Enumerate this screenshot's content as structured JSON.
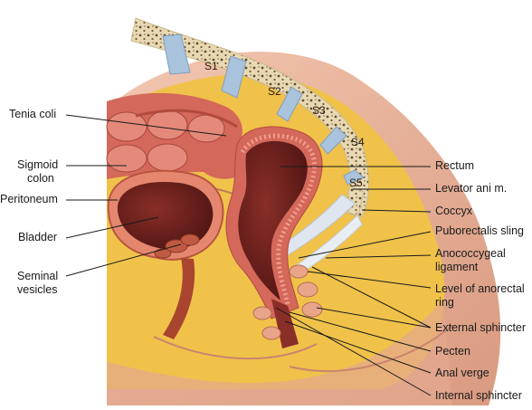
{
  "vertebrae": [
    "S1",
    "S2",
    "S3",
    "S4",
    "S5"
  ],
  "left_labels": {
    "tenia_coli": "Tenia coli",
    "sigmoid_colon_1": "Sigmoid",
    "sigmoid_colon_2": "colon",
    "peritoneum": "Peritoneum",
    "bladder": "Bladder",
    "seminal_vesicles_1": "Seminal",
    "seminal_vesicles_2": "vesicles"
  },
  "right_labels": {
    "rectum": "Rectum",
    "levator_ani": "Levator ani m.",
    "coccyx": "Coccyx",
    "puborectalis": "Puborectalis sling",
    "anococcygeal_1": "Anococcygeal",
    "anococcygeal_2": "ligament",
    "anorectal_ring_1": "Level of anorectal",
    "anorectal_ring_2": "ring",
    "external_sphincter": "External sphincter",
    "pecten": "Pecten",
    "anal_verge": "Anal verge",
    "internal_sphincter": "Internal sphincter"
  },
  "colors": {
    "bone": "#e8dcb8",
    "disc": "#a9c3dd",
    "fat": "#f0c24a",
    "muscle": "#c9584a",
    "lumen": "#6e1f1c",
    "mucosa": "#e6897a",
    "skin": "#e9b39a"
  }
}
